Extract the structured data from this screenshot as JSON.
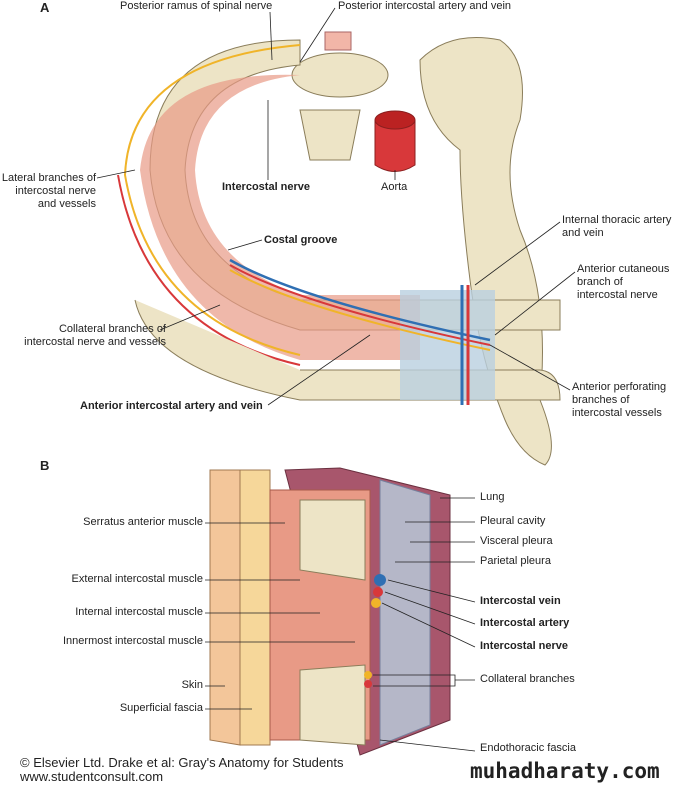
{
  "panel_a": {
    "letter": "A",
    "labels": {
      "posterior_ramus": "Posterior ramus of spinal nerve",
      "posterior_intercostal": "Posterior intercostal artery and vein",
      "lateral_branches": [
        "Lateral branches of",
        "intercostal nerve",
        "and vessels"
      ],
      "intercostal_nerve": "Intercostal nerve",
      "aorta": "Aorta",
      "costal_groove": "Costal groove",
      "internal_thoracic": [
        "Internal thoracic artery",
        "and vein"
      ],
      "anterior_cutaneous": [
        "Anterior cutaneous",
        "branch of",
        "intercostal nerve"
      ],
      "collateral_branches": [
        "Collateral branches of",
        "intercostal nerve and vessels"
      ],
      "anterior_intercostal": "Anterior intercostal artery and vein",
      "anterior_perforating": [
        "Anterior perforating",
        "branches of",
        "intercostal vessels"
      ]
    }
  },
  "panel_b": {
    "letter": "B",
    "left_labels": {
      "serratus": "Serratus anterior muscle",
      "external": "External intercostal muscle",
      "internal": "Internal intercostal muscle",
      "innermost": "Innermost intercostal muscle",
      "skin": "Skin",
      "superficial_fascia": "Superficial fascia"
    },
    "right_labels": {
      "lung": "Lung",
      "pleural_cavity": "Pleural cavity",
      "visceral_pleura": "Visceral pleura",
      "parietal_pleura": "Parietal pleura",
      "intercostal_vein": "Intercostal vein",
      "intercostal_artery": "Intercostal artery",
      "intercostal_nerve": "Intercostal nerve",
      "collateral_branches": "Collateral branches",
      "endothoracic_fascia": "Endothoracic fascia"
    }
  },
  "footer": "© Elsevier Ltd. Drake et al: Gray's Anatomy for Students www.studentconsult.com",
  "watermark": "muhadharaty.com",
  "colors": {
    "bone": "#ede4c6",
    "muscle": "#e89a86",
    "artery": "#d8383a",
    "vein": "#2f6fb3",
    "nerve": "#f0b429",
    "cartilage": "#b9d0e0",
    "lung": "#a8566c"
  }
}
